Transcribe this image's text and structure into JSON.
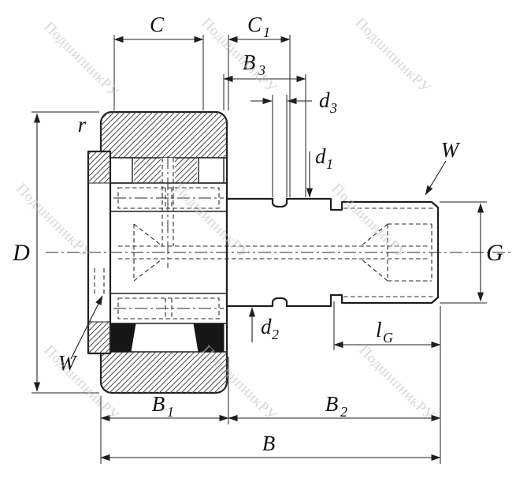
{
  "watermark": {
    "text": "ПодшипникРУ",
    "color": "#bfbfbf"
  },
  "drawing": {
    "type": "bearing-cross-section",
    "labels": {
      "C": {
        "base": "C"
      },
      "C1": {
        "base": "C",
        "sub": "1"
      },
      "B3": {
        "base": "B",
        "sub": "3"
      },
      "d3": {
        "base": "d",
        "sub": "3"
      },
      "d1": {
        "base": "d",
        "sub": "1"
      },
      "d2": {
        "base": "d",
        "sub": "2"
      },
      "W_right": {
        "base": "W"
      },
      "W_left": {
        "base": "W"
      },
      "r": {
        "base": "r"
      },
      "D": {
        "base": "D"
      },
      "G": {
        "base": "G"
      },
      "lG": {
        "base": "l",
        "sub": "G"
      },
      "B1": {
        "base": "B",
        "sub": "1"
      },
      "B2": {
        "base": "B",
        "sub": "2"
      },
      "B": {
        "base": "B"
      }
    },
    "colors": {
      "line": "#1f1f1f",
      "hatch": "#4a4a4a",
      "seal": "#161616",
      "background": "#ffffff"
    }
  }
}
